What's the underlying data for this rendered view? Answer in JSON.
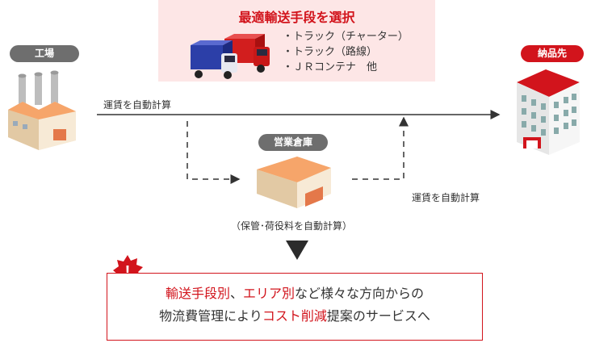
{
  "top_panel": {
    "title": "最適輸送手段を選択",
    "methods": [
      "・トラック（チャーター）",
      "・トラック（路線）",
      "・ＪＲコンテナ　他"
    ]
  },
  "nodes": {
    "factory": "工場",
    "warehouse": "営業倉庫",
    "destination": "納品先"
  },
  "labels": {
    "route_top": "運賃を自動計算",
    "route_bottom": "運賃を自動計算",
    "storage": "（保管･荷役料を自動計算）"
  },
  "result": {
    "line1_red_a": "輸送手段別",
    "line1_sep": "、",
    "line1_red_b": "エリア別",
    "line1_rest": "など様々な方向からの",
    "line2_a": "物流費管理により",
    "line2_red": "コスト削減",
    "line2_b": "提案のサービスへ"
  },
  "colors": {
    "accent": "#d2141c",
    "panel_bg": "#fde6e6",
    "pill_gray": "#6e6e6e"
  },
  "icons": [
    "factory-icon",
    "warehouse-icon",
    "building-icon",
    "truck-icon",
    "alert-icon"
  ]
}
